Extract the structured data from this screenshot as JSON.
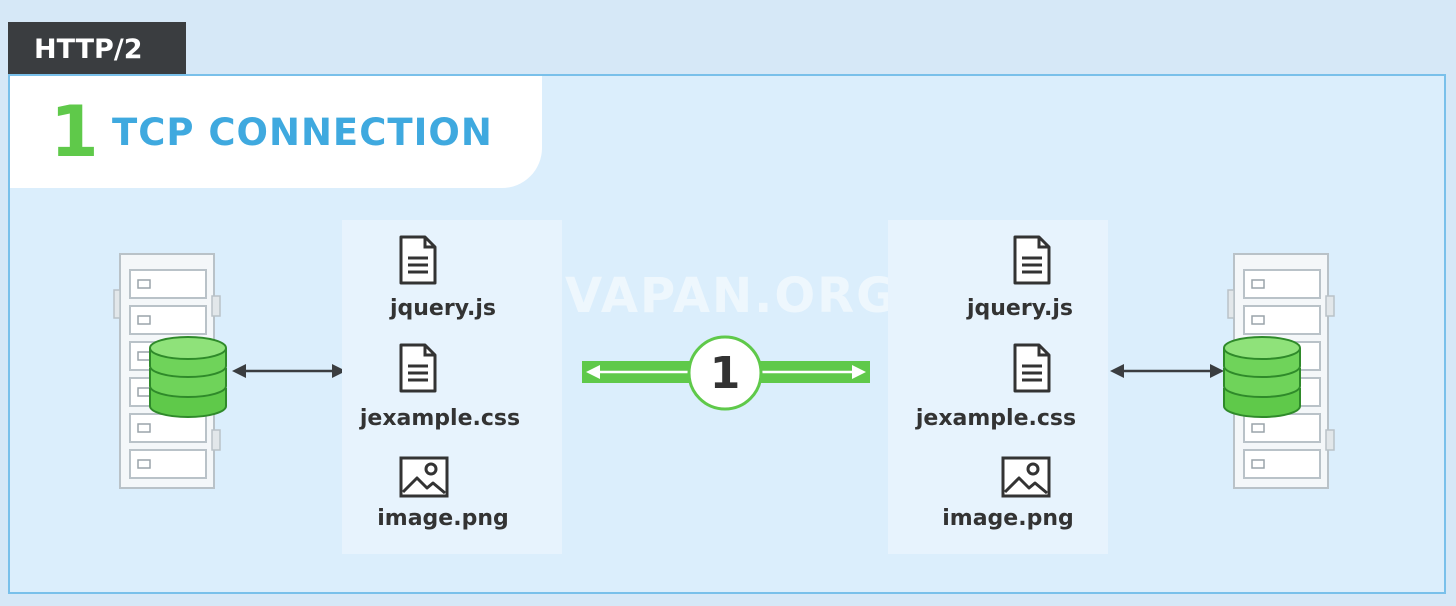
{
  "header": {
    "protocol_label": "HTTP/2"
  },
  "banner": {
    "count": "1",
    "label": "TCP CONNECTION"
  },
  "watermark": "VAPAN.ORG",
  "left_panel": {
    "files": [
      {
        "name": "jquery.js",
        "icon": "document-icon"
      },
      {
        "name": "jexample.css",
        "icon": "document-icon"
      },
      {
        "name": "image.png",
        "icon": "image-icon"
      }
    ]
  },
  "right_panel": {
    "files": [
      {
        "name": "jquery.js",
        "icon": "document-icon"
      },
      {
        "name": "jexample.css",
        "icon": "document-icon"
      },
      {
        "name": "image.png",
        "icon": "image-icon"
      }
    ]
  },
  "connection": {
    "count": "1"
  },
  "colors": {
    "accent_green": "#5fc94a",
    "accent_blue": "#3fa9df",
    "tab_dark": "#3a3d40",
    "background": "#d6e8f7"
  }
}
